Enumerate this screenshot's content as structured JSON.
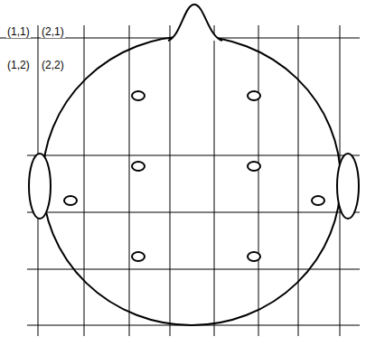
{
  "diagram": {
    "labels": [
      "(1,1)",
      "(2,1)",
      "(1,2)",
      "(2,2)"
    ]
  }
}
